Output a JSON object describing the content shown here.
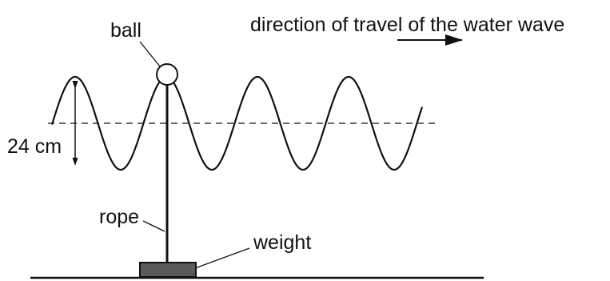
{
  "labels": {
    "ball": "ball",
    "direction": "direction of travel of the water wave",
    "amplitude": "24 cm",
    "rope": "rope",
    "weight": "weight"
  },
  "colors": {
    "ink": "#111111",
    "weight_fill": "#5a5a5a",
    "background": "#ffffff"
  }
}
